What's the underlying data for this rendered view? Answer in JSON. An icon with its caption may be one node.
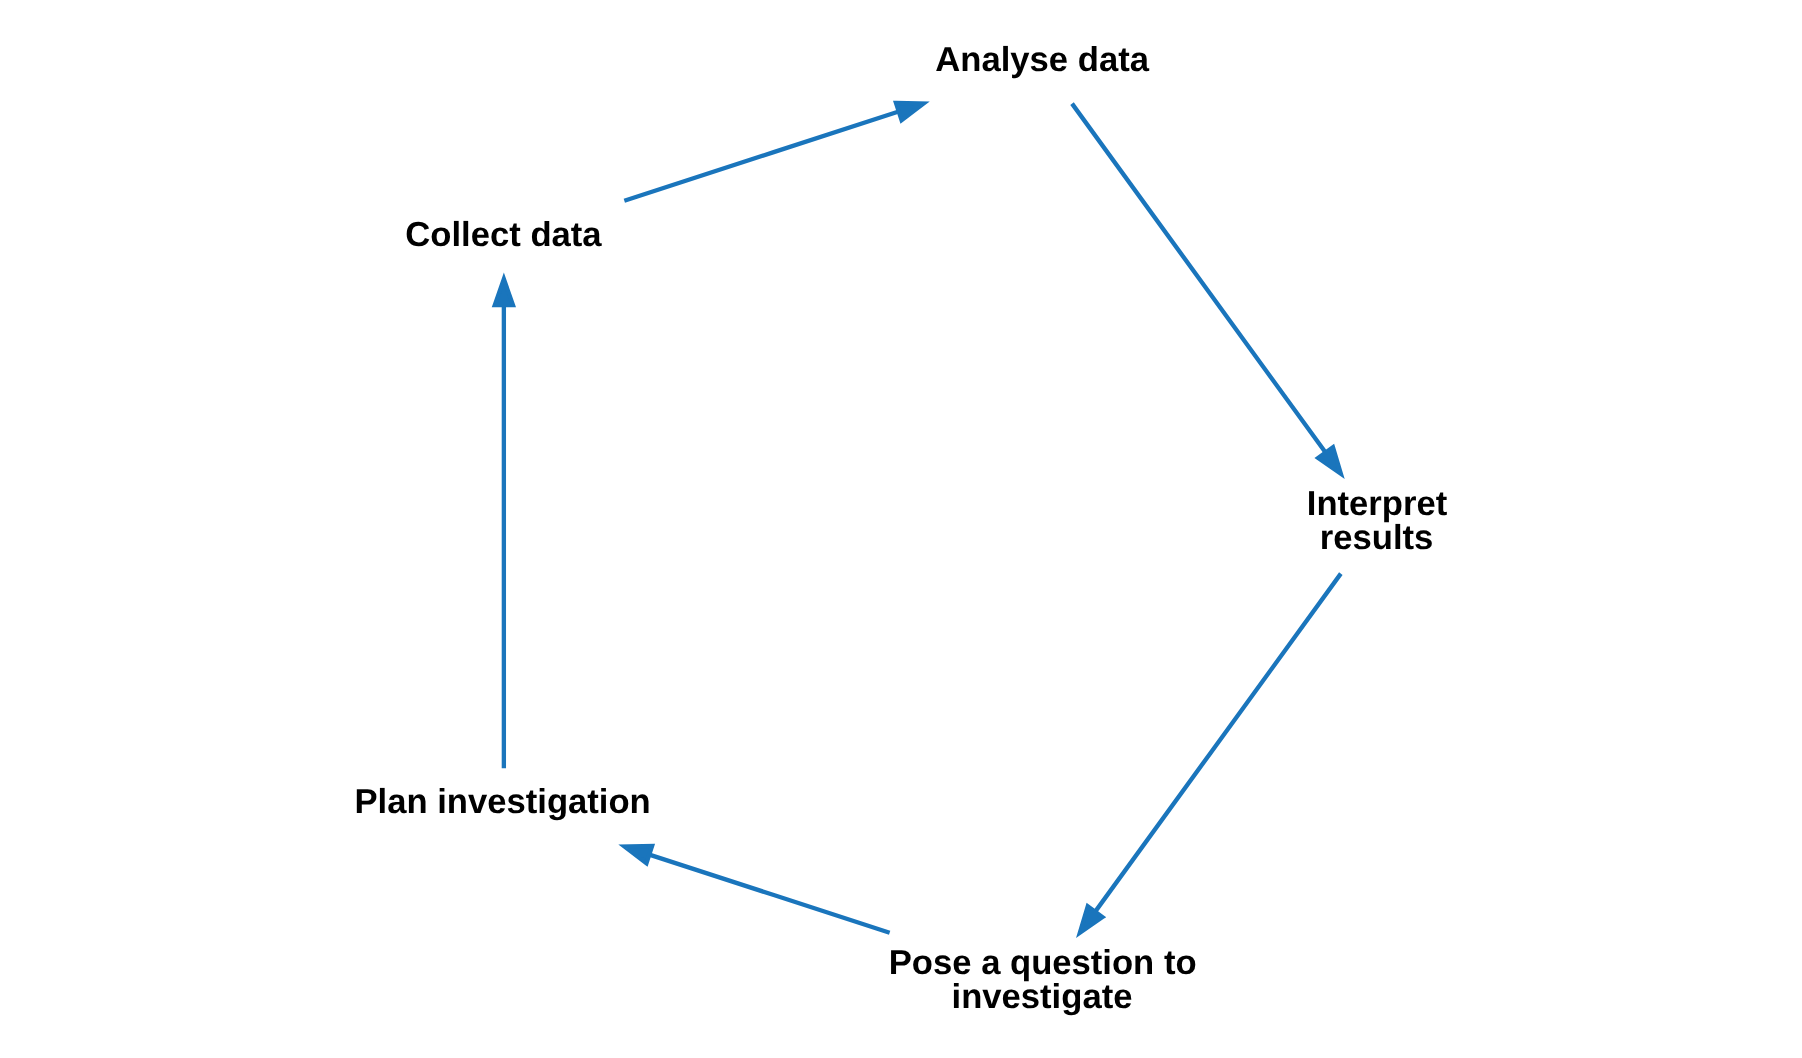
{
  "diagram": {
    "nodes": [
      {
        "text": [
          "Pose a question to investigate"
        ]
      },
      {
        "text": [
          "Interpret results"
        ]
      },
      {
        "text": [
          "Plan investigation"
        ]
      },
      {
        "text": [
          "Analyse data"
        ]
      },
      {
        "text": [
          "Collect data"
        ]
      }
    ],
    "edges": [
      {
        "from": 0,
        "to": 2,
        "arrow": "to"
      },
      {
        "from": 2,
        "to": 4,
        "arrow": "to"
      },
      {
        "from": 4,
        "to": 3,
        "arrow": "to"
      },
      {
        "from": 3,
        "to": 1,
        "arrow": "to"
      },
      {
        "from": 1,
        "to": 0,
        "arrow": "to"
      }
    ]
  }
}
